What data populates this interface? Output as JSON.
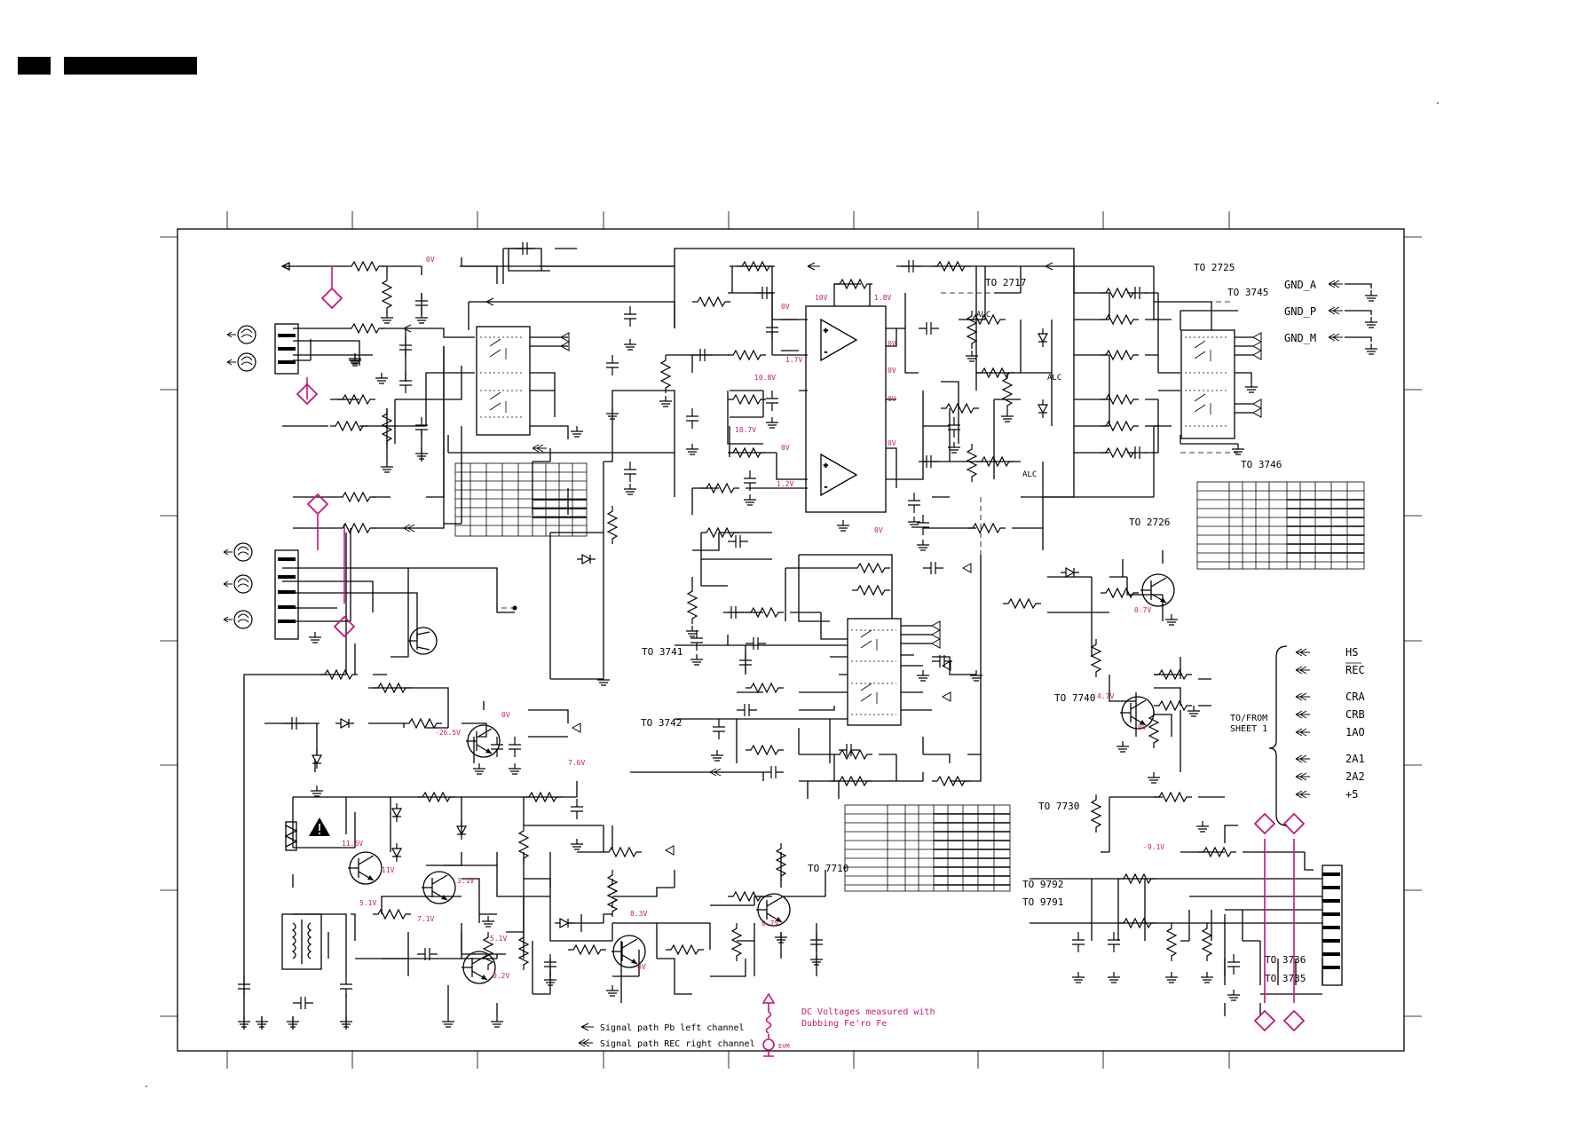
{
  "colors": {
    "ink": "#000000",
    "annotation": "#c2177a",
    "paper": "#ffffff"
  },
  "refs": {
    "to_2725": "TO 2725",
    "to_2717": "TO 2717",
    "to_3745": "TO 3745",
    "to_3746": "TO 3746",
    "to_2726": "TO 2726",
    "to_3741": "TO 3741",
    "to_3742": "TO 3742",
    "to_7740": "TO 7740",
    "to_7730": "TO 7730",
    "to_7710": "TO 7710",
    "to_9792": "TO 9792",
    "to_9791": "TO 9791",
    "to_3736": "TO 3736",
    "to_3735": "TO 3735"
  },
  "grounds": {
    "gnd_a": "GND_A",
    "gnd_p": "GND_P",
    "gnd_m": "GND_M"
  },
  "opamp_labels": {
    "alc_1": "ALC",
    "alc_2": "ALC",
    "alc_3": "ALC"
  },
  "voltages": {
    "v1": "0V",
    "v2": "0V",
    "v3": "10V",
    "v4": "1.8V",
    "v5": "1.7V",
    "v6": "10.8V",
    "v7": "10.7V",
    "v8": "0V",
    "v9": "1.2V",
    "v10": "0V",
    "v11": "0V",
    "v12": "0V",
    "v13": "0V",
    "v14": "0V",
    "v15": "-26.5V",
    "v16": "0V",
    "v17": "7.6V",
    "v18": "11.6V",
    "v19": "11V",
    "v20": "5.1V",
    "v21": "7.1V",
    "v22": "3.1V",
    "v23": "5.1V",
    "v24": "0.2V",
    "v25": "8.3V",
    "v26": "0V",
    "v27": "0.7V",
    "v28": "0.7V",
    "v29": "4.7V",
    "v30": "0V",
    "v31": "-9.1V"
  },
  "to_from_sheet": {
    "heading_line1": "TO/FROM",
    "heading_line2": "SHEET 1",
    "signals": [
      "HS",
      "REC",
      "CRA",
      "CRB",
      "1AO",
      "2A1",
      "2A2",
      "+5"
    ]
  },
  "legend": {
    "pb_left": "Signal path Pb left channel",
    "rec_right": "Signal path REC right channel",
    "dc_line1": "DC Voltages measured with",
    "dc_line2": "Dubbing Fe'ro Fe",
    "evm_label": "EVM"
  },
  "tables": {
    "table_left": {
      "rows": 8,
      "cols": 9
    },
    "table_right": {
      "rows": 9,
      "cols": 10
    },
    "table_bottom": {
      "rows": 10,
      "cols": 10
    }
  }
}
